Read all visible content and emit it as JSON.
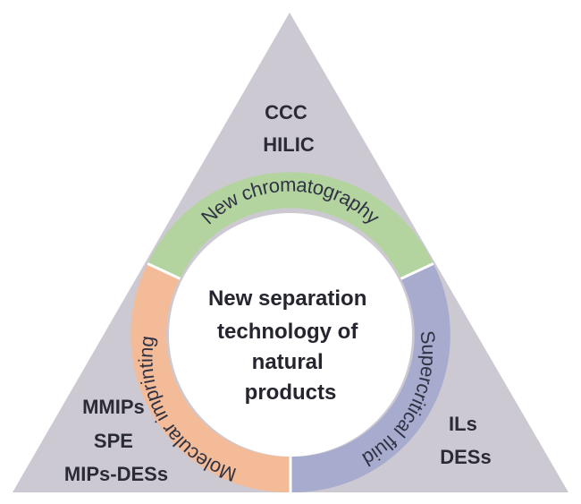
{
  "colors": {
    "triangle": "#ccc9d3",
    "segment_top": "#b3d49f",
    "segment_right": "#a7abcd",
    "segment_left": "#f3bb98",
    "inner_circle": "#ffffff",
    "ring_gap": "#ffffff"
  },
  "center": {
    "lines": [
      "New separation",
      "technology of",
      "natural",
      "products"
    ]
  },
  "ring": {
    "top": "New chromatography",
    "right": "Supercritical fluid",
    "left": "Molecular imprinting"
  },
  "corners": {
    "top": [
      "CCC",
      "HILIC"
    ],
    "left": [
      "MMIPs",
      "SPE",
      "MIPs-DESs"
    ],
    "right": [
      "ILs",
      "DESs"
    ]
  }
}
